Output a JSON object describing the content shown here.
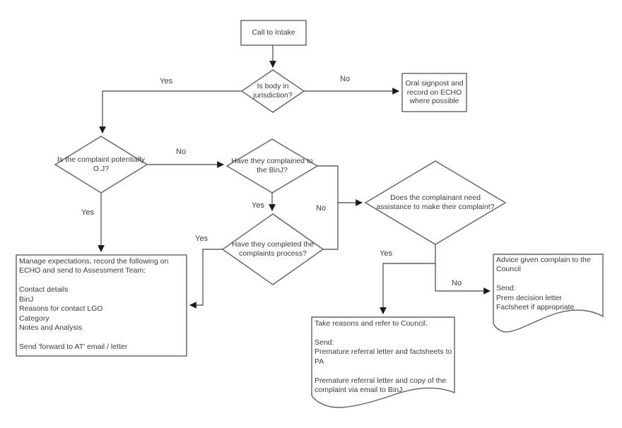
{
  "colors": {
    "line": "#616161",
    "arrowhead": "#1a1a1a",
    "text": "#3b3b3b",
    "background": "#ffffff"
  },
  "nodes": {
    "call_to_intake": "Call to Intake",
    "is_body_in_jurisdiction": "Is body in jurisdiction?",
    "oral_signpost": "Oral signpost and record on ECHO where possible",
    "is_complaint_potentially_oj": "Is the complaint potentially O.J?",
    "have_they_complained_to_binj": "Have they complained to the BinJ?",
    "have_they_completed_complaints_process": "Have they completed the complaints process?",
    "does_complainant_need_assistance": "Does the complainant need assistance to make their complaint?",
    "manage_expectations": "Manage expectations, record the following on ECHO and send to Assessment Team:\n\nContact details\nBinJ\nReasons for contact LGO\nCategory\nNotes and Analysis\n\nSend 'forward to AT' email / letter",
    "take_reasons": "Take reasons and refer to Council.\n\nSend:\nPremature referral letter and factsheets to PA\n\nPremature referral letter and copy of the complaint via email to BinJ",
    "advice_given": "Advice given complain to the Council\n\nSend:\nPrem decision letter\nFactsheet if appropriate"
  },
  "edge_labels": {
    "jurisdiction_yes": "Yes",
    "jurisdiction_no": "No",
    "oj_no": "No",
    "oj_yes": "Yes",
    "binj_yes": "Yes",
    "binj_no": "No",
    "completed_yes": "Yes",
    "assistance_yes": "Yes",
    "assistance_no": "No"
  }
}
